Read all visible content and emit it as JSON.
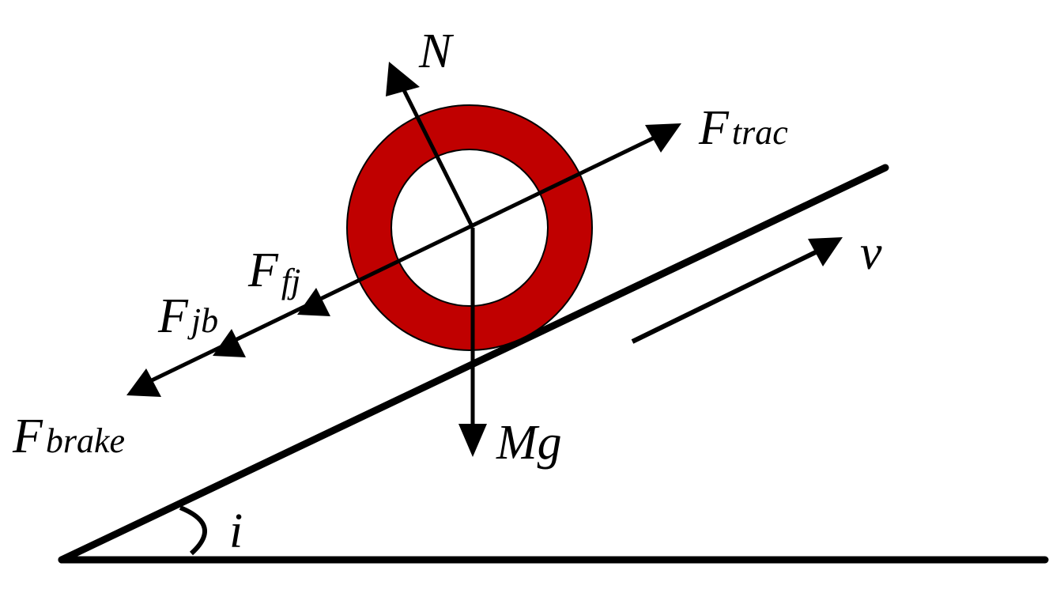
{
  "colors": {
    "wheel": "#c00000",
    "stroke": "#000000",
    "background": "#ffffff"
  },
  "labels": {
    "normal": "N",
    "traction": {
      "main": "F",
      "sub": "trac"
    },
    "ffj": {
      "main": "F",
      "sub": "fj"
    },
    "fjb": {
      "main": "F",
      "sub": "jb"
    },
    "brake": {
      "main": "F",
      "sub": "brake"
    },
    "weight": "Mg",
    "velocity": "v",
    "angle": "i"
  }
}
